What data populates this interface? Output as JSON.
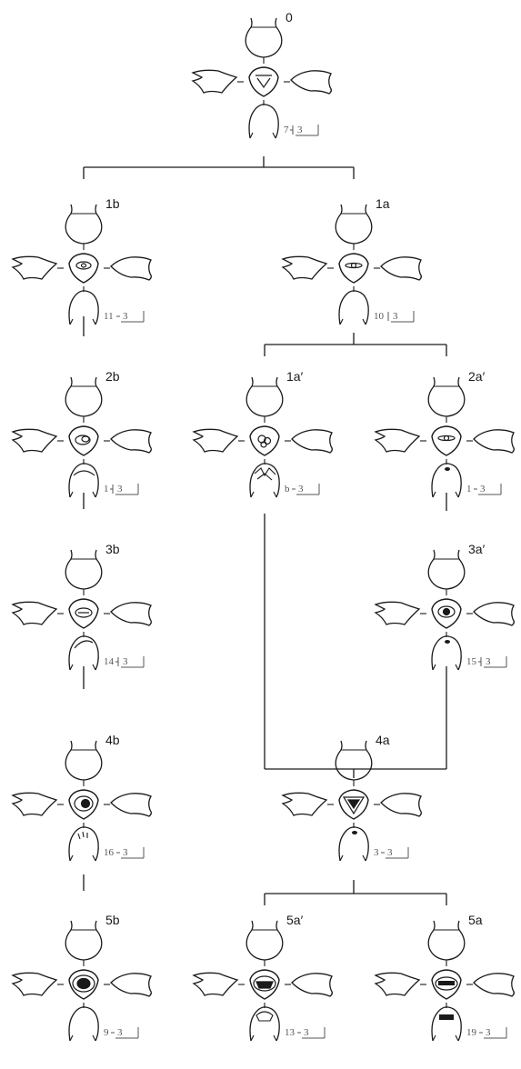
{
  "diagram": {
    "colors": {
      "ink": "#1a1a1a",
      "scale_ink": "#555555",
      "background": "#ffffff",
      "fill": "#111111"
    },
    "nodes": [
      {
        "id": "0",
        "label": "0",
        "specimen": "7",
        "scale": "3",
        "scale_style": "tick",
        "pattern": "v",
        "mini": "plain"
      },
      {
        "id": "1b",
        "label": "1b",
        "specimen": "11",
        "scale": "3",
        "scale_style": "dash",
        "pattern": "eye",
        "mini": "plain"
      },
      {
        "id": "1a",
        "label": "1a",
        "specimen": "10",
        "scale": "3",
        "scale_style": "bar",
        "pattern": "dot",
        "mini": "plain"
      },
      {
        "id": "2b",
        "label": "2b",
        "specimen": "1",
        "scale": "3",
        "scale_style": "tick",
        "pattern": "loop",
        "mini": "loop"
      },
      {
        "id": "1a'",
        "label": "1a′",
        "specimen": "b",
        "scale": "3",
        "scale_style": "dash",
        "pattern": "cluster",
        "mini": "folds"
      },
      {
        "id": "2a'",
        "label": "2a′",
        "specimen": "1",
        "scale": "3",
        "scale_style": "dash",
        "pattern": "dot",
        "mini": "spot"
      },
      {
        "id": "3b",
        "label": "3b",
        "specimen": "14",
        "scale": "3",
        "scale_style": "tick",
        "pattern": "oval",
        "mini": "line"
      },
      {
        "id": "3a'",
        "label": "3a′",
        "specimen": "15",
        "scale": "3",
        "scale_style": "tick",
        "pattern": "darkdot",
        "mini": "spot"
      },
      {
        "id": "4b",
        "label": "4b",
        "specimen": "16",
        "scale": "3",
        "scale_style": "dash",
        "pattern": "darkeye",
        "mini": "lines"
      },
      {
        "id": "4a",
        "label": "4a",
        "specimen": "3",
        "scale": "3",
        "scale_style": "dash",
        "pattern": "tri",
        "mini": "spot"
      },
      {
        "id": "5b",
        "label": "5b",
        "specimen": "9",
        "scale": "3",
        "scale_style": "dash",
        "pattern": "filled",
        "mini": "plain"
      },
      {
        "id": "5a'",
        "label": "5a′",
        "specimen": "13",
        "scale": "3",
        "scale_style": "dash",
        "pattern": "filled2",
        "mini": "open"
      },
      {
        "id": "5a",
        "label": "5a",
        "specimen": "19",
        "scale": "3",
        "scale_style": "dash",
        "pattern": "bar",
        "mini": "band"
      }
    ]
  }
}
